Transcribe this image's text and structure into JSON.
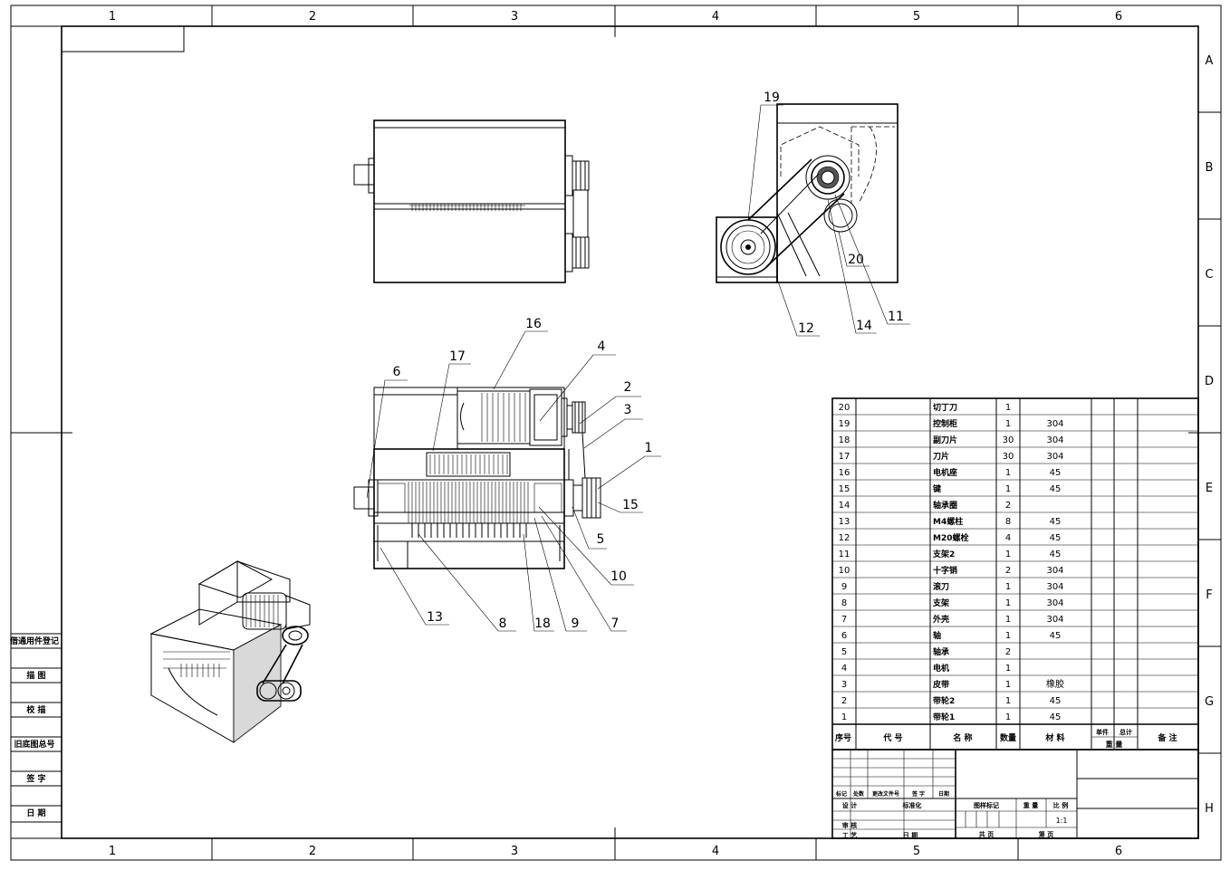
{
  "frame": {
    "columns": [
      "1",
      "2",
      "3",
      "4",
      "5",
      "6"
    ],
    "rows": [
      "A",
      "B",
      "C",
      "D",
      "E",
      "F",
      "G",
      "H"
    ]
  },
  "side_labels": [
    "借通用件登记",
    "描 图",
    "校 描",
    "旧底图总号",
    "签 字",
    "日 期"
  ],
  "callouts": [
    "1",
    "2",
    "3",
    "4",
    "5",
    "6",
    "7",
    "8",
    "9",
    "10",
    "11",
    "12",
    "13",
    "14",
    "15",
    "16",
    "17",
    "18",
    "19",
    "20"
  ],
  "bom": {
    "rows": [
      {
        "no": "20",
        "name": "切丁刀",
        "qty": "1",
        "material": ""
      },
      {
        "no": "19",
        "name": "控制柜",
        "qty": "1",
        "material": "304"
      },
      {
        "no": "18",
        "name": "副刀片",
        "qty": "30",
        "material": "304"
      },
      {
        "no": "17",
        "name": "刀片",
        "qty": "30",
        "material": "304"
      },
      {
        "no": "16",
        "name": "电机座",
        "qty": "1",
        "material": "45"
      },
      {
        "no": "15",
        "name": "键",
        "qty": "1",
        "material": "45"
      },
      {
        "no": "14",
        "name": "轴承圈",
        "qty": "2",
        "material": ""
      },
      {
        "no": "13",
        "name": "M4螺柱",
        "qty": "8",
        "material": "45"
      },
      {
        "no": "12",
        "name": "M20螺栓",
        "qty": "4",
        "material": "45"
      },
      {
        "no": "11",
        "name": "支架2",
        "qty": "1",
        "material": "45"
      },
      {
        "no": "10",
        "name": "十字销",
        "qty": "2",
        "material": "304"
      },
      {
        "no": "9",
        "name": "滚刀",
        "qty": "1",
        "material": "304"
      },
      {
        "no": "8",
        "name": "支架",
        "qty": "1",
        "material": "304"
      },
      {
        "no": "7",
        "name": "外壳",
        "qty": "1",
        "material": "304"
      },
      {
        "no": "6",
        "name": "轴",
        "qty": "1",
        "material": "45"
      },
      {
        "no": "5",
        "name": "轴承",
        "qty": "2",
        "material": ""
      },
      {
        "no": "4",
        "name": "电机",
        "qty": "1",
        "material": ""
      },
      {
        "no": "3",
        "name": "皮带",
        "qty": "1",
        "material": "橡胶"
      },
      {
        "no": "2",
        "name": "带轮2",
        "qty": "1",
        "material": "45"
      },
      {
        "no": "1",
        "name": "带轮1",
        "qty": "1",
        "material": "45"
      }
    ],
    "header": {
      "no": "序号",
      "code": "代 号",
      "name": "名 称",
      "qty": "数量",
      "material": "材 料",
      "unit": "单件",
      "total": "总计",
      "weight": "重 量",
      "remark": "备 注"
    }
  },
  "title_block": {
    "rev_labels": [
      "标记",
      "处数",
      "更改文件号",
      "签 字",
      "日期"
    ],
    "design": "设 计",
    "standard": "标准化",
    "check": "审 核",
    "process": "工 艺",
    "date": "日 期",
    "stage": "图样标记",
    "weight": "重 量",
    "scale_label": "比 例",
    "scale": "1:1",
    "total_sheets": "共 页",
    "sheet": "第 页"
  }
}
